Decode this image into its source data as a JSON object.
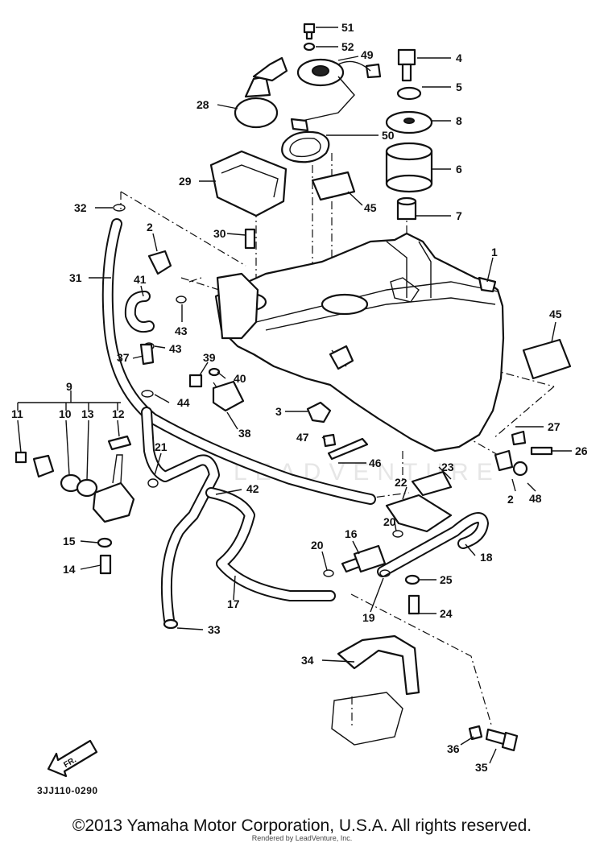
{
  "diagram": {
    "code": "3JJ110-0290",
    "front_arrow_label": "FR.",
    "watermark": "LEADVENTURE",
    "footer": {
      "copyright": "©2013 Yamaha Motor Corporation, U.S.A. All rights reserved.",
      "rendered_by": "Rendered by LeadVenture, Inc."
    },
    "callouts": [
      "51",
      "52",
      "49",
      "4",
      "5",
      "28",
      "8",
      "50",
      "6",
      "29",
      "45",
      "7",
      "32",
      "2",
      "30",
      "1",
      "31",
      "41",
      "43",
      "43",
      "45",
      "37",
      "39",
      "40",
      "9",
      "44",
      "3",
      "38",
      "11",
      "10",
      "13",
      "12",
      "27",
      "47",
      "26",
      "46",
      "21",
      "23",
      "2",
      "48",
      "42",
      "22",
      "15",
      "20",
      "18",
      "16",
      "20",
      "14",
      "25",
      "17",
      "19",
      "24",
      "33",
      "34",
      "36",
      "35"
    ]
  }
}
